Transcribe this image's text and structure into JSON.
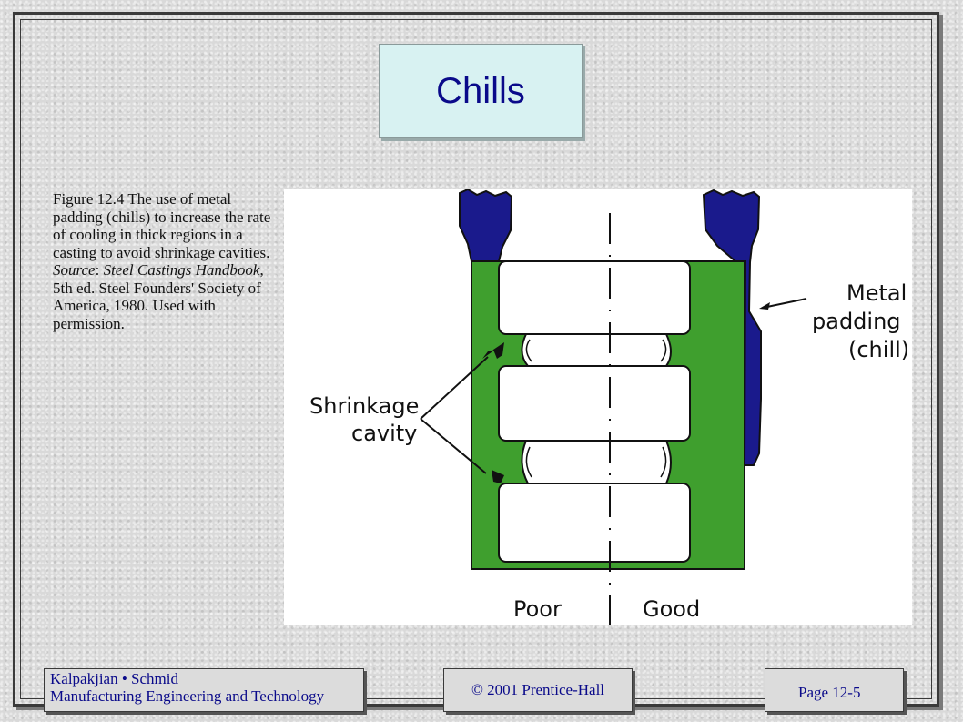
{
  "slide": {
    "title": "Chills",
    "caption": {
      "figure_ref": "Figure 12.4",
      "text_before_source": " The use of metal padding (chills) to increase the rate of cooling in thick regions in a casting to avoid shrinkage cavities. ",
      "source_label": "Source",
      "source_colon": ": ",
      "book_title": "Steel Castings Handbook",
      "text_after_title": ", 5th ed. Steel Founders' Society of America, 1980.  Used with permission."
    }
  },
  "figure": {
    "label_metal_line1": "Metal",
    "label_metal_line2": "padding",
    "label_metal_line3": "(chill)",
    "label_shrinkage_line1": "Shrinkage",
    "label_shrinkage_line2": "cavity",
    "label_poor": "Poor",
    "label_good": "Good",
    "colors": {
      "mold_green": "#3f9f2e",
      "chill_blue": "#1a1a8c",
      "outline": "#111111"
    }
  },
  "footer": {
    "authors": "Kalpakjian • Schmid",
    "book": "Manufacturing Engineering and Technology",
    "copyright": "© 2001 Prentice-Hall",
    "page": "Page 12-5"
  }
}
